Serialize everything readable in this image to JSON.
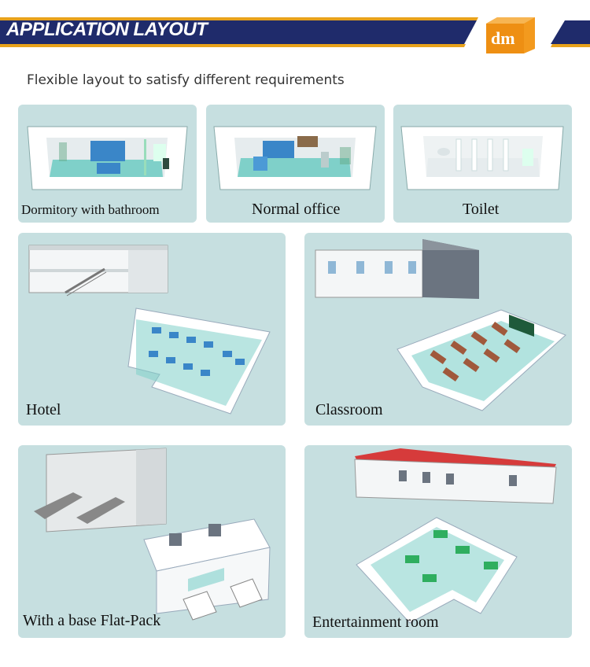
{
  "header": {
    "title": "APPLICATION LAYOUT",
    "colors": {
      "navy": "#1f2b6b",
      "gold": "#e8a21b",
      "orange": "#f39a1e"
    }
  },
  "subtitle": "Flexible layout to satisfy different requirements",
  "cards": [
    {
      "label": "Dormitory with bathroom"
    },
    {
      "label": "Normal office"
    },
    {
      "label": "Toilet"
    },
    {
      "label": "Hotel"
    },
    {
      "label": "Classroom"
    },
    {
      "label": "With a base Flat-Pack"
    },
    {
      "label": "Entertainment room"
    }
  ],
  "colors": {
    "card_bg": "#c6dfe0",
    "floor": "#7fd0c9",
    "wall": "#f2f4f5",
    "roof_red": "#d63b3b",
    "table_green": "#2fae5f",
    "desk_brown": "#a0593c",
    "board_green": "#1f5a3a"
  }
}
